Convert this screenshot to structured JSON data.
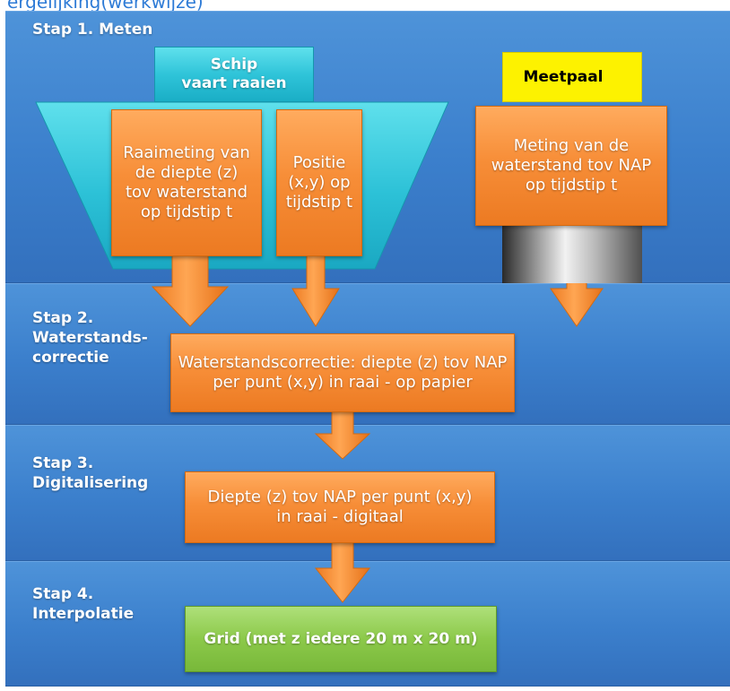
{
  "header": {
    "title": "ergelijking(werkwijze)"
  },
  "steps": [
    {
      "label": "Stap 1. Meten"
    },
    {
      "label": "Stap 2.\nWaterstands-\ncorrectie"
    },
    {
      "label": "Stap 3.\nDigitalisering"
    },
    {
      "label": "Stap 4.\nInterpolatie"
    }
  ],
  "boxes": {
    "ship": "Schip\nvaart raaien",
    "raaimeting": "Raaimeting van\nde diepte (z)\ntov waterstand\nop tijdstip t",
    "positie": "Positie\n(x,y) op\ntijdstip t",
    "meetpaal": "Meetpaal",
    "waterstand": "Meting van de\nwaterstand tov NAP\nop tijdstip t",
    "correctie": "Waterstandscorrectie: diepte (z) tov NAP\nper punt (x,y) in raai  - op papier",
    "digitaal": "Diepte (z) tov NAP per punt (x,y)\nin raai - digitaal",
    "grid": "Grid (met z iedere 20 m x 20 m)"
  },
  "colors": {
    "band_blue": "#3b7fcc",
    "orange": "#f78e38",
    "cyan": "#2fc4d9",
    "yellow": "#fdf200",
    "green": "#8cc94a",
    "title_blue": "#2e7bd6"
  },
  "icons": {
    "arrow": "down-arrow-icon",
    "pole": "pole-cylinder-icon",
    "ship_hull": "ship-hull-trapezoid"
  }
}
